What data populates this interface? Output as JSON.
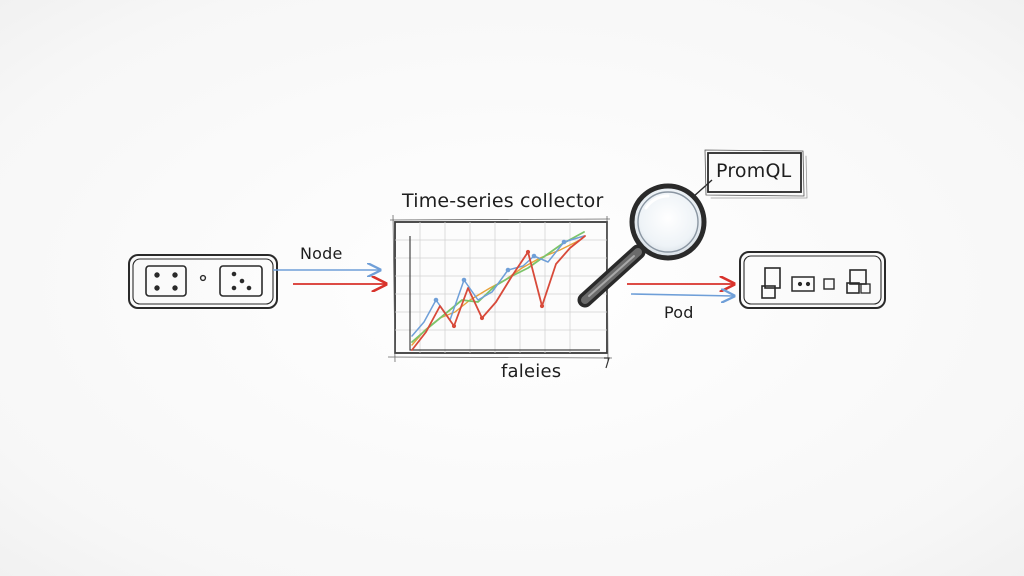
{
  "diagram": {
    "collector_title": "Time-series collector",
    "node_label": "Node",
    "pod_label": "Pod",
    "chart_caption": "faleies",
    "query_label": "PromQL"
  },
  "colors": {
    "ink": "#2a2a2a",
    "arrow_blue": "#6f9fd8",
    "arrow_red": "#d8322b",
    "series_red": "#d84a3a",
    "series_green": "#7cc46a",
    "series_blue": "#6f9fd8",
    "series_orange": "#e7a13a",
    "grid": "#cfcfcf"
  },
  "icons": {
    "query": "magnifying-glass-icon",
    "source": "device-icon",
    "target": "device-icon"
  }
}
